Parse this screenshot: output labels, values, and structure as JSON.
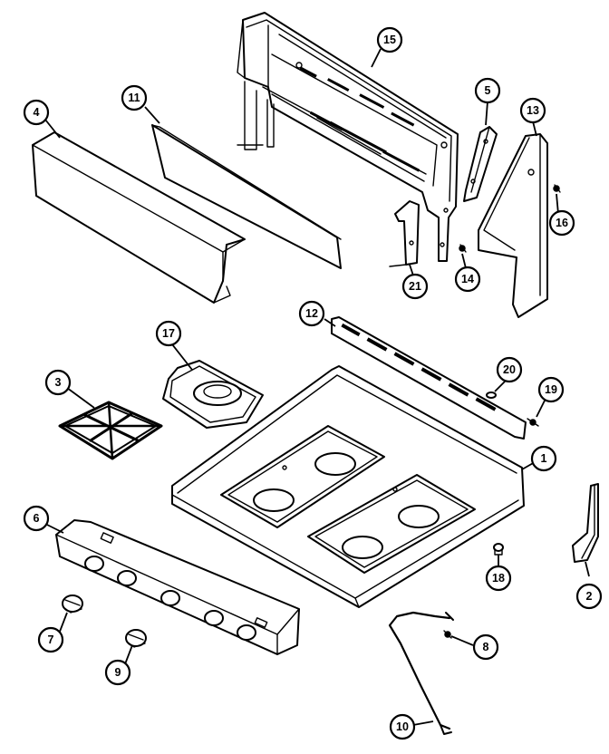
{
  "callouts": [
    "15",
    "11",
    "4",
    "5",
    "13",
    "16",
    "14",
    "21",
    "12",
    "17",
    "20",
    "19",
    "3",
    "1",
    "6",
    "18",
    "2",
    "7",
    "9",
    "8",
    "10"
  ],
  "colors": {
    "ink": "#000000",
    "paper": "#ffffff"
  }
}
